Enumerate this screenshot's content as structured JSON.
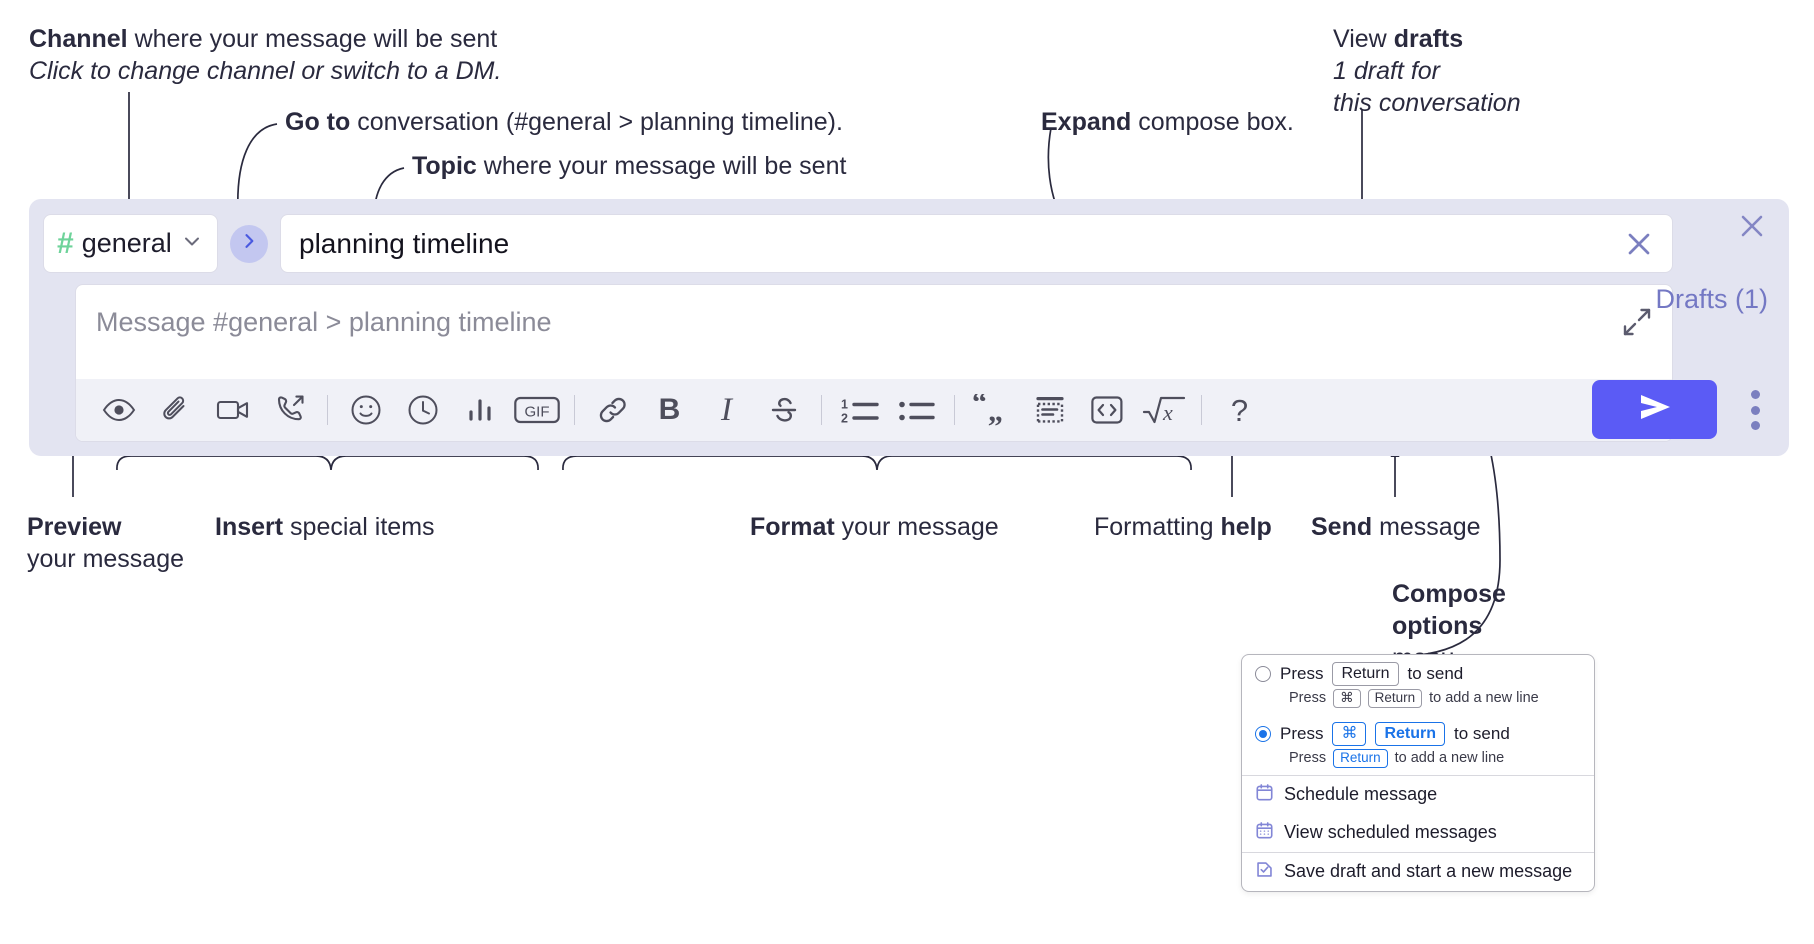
{
  "annotations": {
    "channel": {
      "bold": "Channel",
      "rest": " where your message will be sent",
      "italic": "Click to change channel or switch to a DM."
    },
    "goto": {
      "bold": "Go to",
      "rest": " conversation (#general > planning timeline)."
    },
    "topic": {
      "bold": "Topic",
      "rest": " where your message will be sent"
    },
    "expand": {
      "bold": "Expand",
      "rest": " compose box."
    },
    "drafts": {
      "lead": "View ",
      "bold": "drafts",
      "italic1": "1 draft for",
      "italic2": "this conversation"
    },
    "preview": {
      "bold": "Preview",
      "line2": "your message"
    },
    "insert": {
      "bold": "Insert",
      "rest": " special items"
    },
    "format": {
      "bold": "Format",
      "rest": " your message"
    },
    "help": {
      "lead": "Formatting ",
      "bold": "help"
    },
    "send": {
      "bold": "Send",
      "rest": " message"
    },
    "compose_options": {
      "bold1": "Compose",
      "bold2": "options",
      "rest": "menu"
    }
  },
  "compose": {
    "channel": {
      "hash": "#",
      "name": "general",
      "chevron_icon": "chevron-down-icon"
    },
    "goto_icon": "chevron-right-icon",
    "topic": {
      "value": "planning timeline",
      "clear_icon": "close-icon"
    },
    "message": {
      "placeholder": "Message #general > planning timeline",
      "expand_icon": "expand-icon"
    },
    "panel_close_icon": "close-icon",
    "drafts_label": "Drafts (1)",
    "send_icon": "send-paper-plane-icon",
    "options_icon": "vertical-dots-icon",
    "toolbar": [
      {
        "name": "preview-icon",
        "label": ""
      },
      {
        "name": "attachment-icon",
        "label": ""
      },
      {
        "name": "video-clip-icon",
        "label": ""
      },
      {
        "name": "audio-clip-icon",
        "label": ""
      },
      {
        "name": "separator",
        "label": ""
      },
      {
        "name": "emoji-icon",
        "label": ""
      },
      {
        "name": "clock-icon",
        "label": ""
      },
      {
        "name": "poll-icon",
        "label": ""
      },
      {
        "name": "gif-icon",
        "label": "GIF"
      },
      {
        "name": "separator",
        "label": ""
      },
      {
        "name": "link-icon",
        "label": ""
      },
      {
        "name": "bold-icon",
        "label": "B"
      },
      {
        "name": "italic-icon",
        "label": "I"
      },
      {
        "name": "strikethrough-icon",
        "label": ""
      },
      {
        "name": "separator",
        "label": ""
      },
      {
        "name": "ordered-list-icon",
        "label": ""
      },
      {
        "name": "bulleted-list-icon",
        "label": ""
      },
      {
        "name": "separator",
        "label": ""
      },
      {
        "name": "blockquote-icon",
        "label": ""
      },
      {
        "name": "code-block-icon",
        "label": ""
      },
      {
        "name": "inline-code-icon",
        "label": ""
      },
      {
        "name": "math-icon",
        "label": ""
      },
      {
        "name": "separator",
        "label": ""
      },
      {
        "name": "help-icon",
        "label": "?"
      }
    ]
  },
  "options_menu": {
    "option1": {
      "selected": false,
      "press": "Press",
      "key": "Return",
      "tail": "to send",
      "sub_press": "Press",
      "sub_key1": "⌘",
      "sub_key2": "Return",
      "sub_tail": "to add a new line"
    },
    "option2": {
      "selected": true,
      "press": "Press",
      "key1": "⌘",
      "key2": "Return",
      "tail": "to send",
      "sub_press": "Press",
      "sub_key": "Return",
      "sub_tail": "to add a new line"
    },
    "items": [
      {
        "icon": "calendar-schedule-icon",
        "label": "Schedule message"
      },
      {
        "icon": "calendar-grid-icon",
        "label": "View scheduled messages"
      },
      {
        "icon": "save-draft-icon",
        "label": "Save draft and start a new message"
      }
    ]
  },
  "colors": {
    "panel_bg": "#e3e4f1",
    "send_button": "#5b5bf5",
    "hash_green": "#6ed39a",
    "accent_purple": "#7478c4",
    "key_blue": "#1a73e8"
  }
}
